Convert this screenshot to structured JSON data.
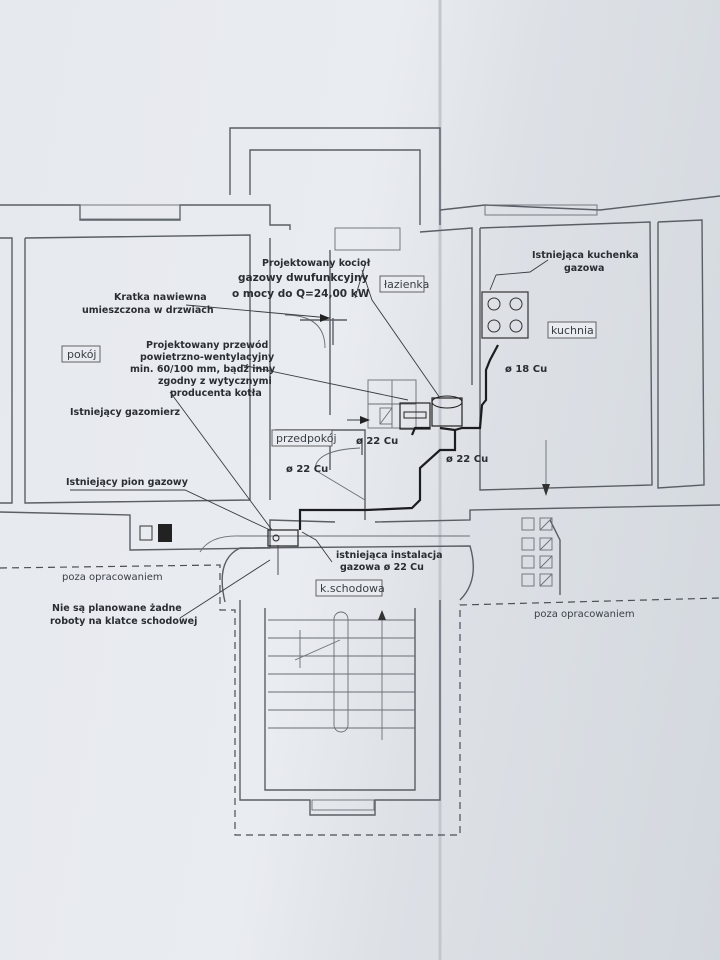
{
  "rooms": {
    "pokoj": "pokój",
    "przedpokoj": "przedpokój",
    "lazienka": "łazienka",
    "kuchnia": "kuchnia",
    "klatka": "k.schodowa"
  },
  "notes": {
    "kociol": [
      "Projektowany kocioł",
      "gazowy dwufunkcyjny",
      "o mocy do Q=24,00 kW"
    ],
    "kratka": [
      "Kratka nawiewna",
      "umieszczona w drzwiach"
    ],
    "przewod": [
      "Projektowany przewód",
      "powietrzno-wentylacyjny",
      "min. 60/100 mm, bądź inny",
      "zgodny z wytycznymi",
      "producenta kotła"
    ],
    "gazomierz": "Istniejący gazomierz",
    "pion": "Istniejący pion gazowy",
    "kuchenka": [
      "Istniejąca kuchenka",
      "gazowa"
    ],
    "instalacja": [
      "istniejąca instalacja",
      "gazowa ø 22 Cu"
    ],
    "roboty": [
      "Nie są planowane żadne",
      "roboty na klatce schodowej"
    ]
  },
  "pipes": {
    "cu18": "ø 18 Cu",
    "cu22a": "ø 22 Cu",
    "cu22b": "ø 22 Cu",
    "cu22c": "ø 22 Cu"
  },
  "outside": {
    "left": "poza opracowaniem",
    "right": "poza opracowaniem"
  }
}
